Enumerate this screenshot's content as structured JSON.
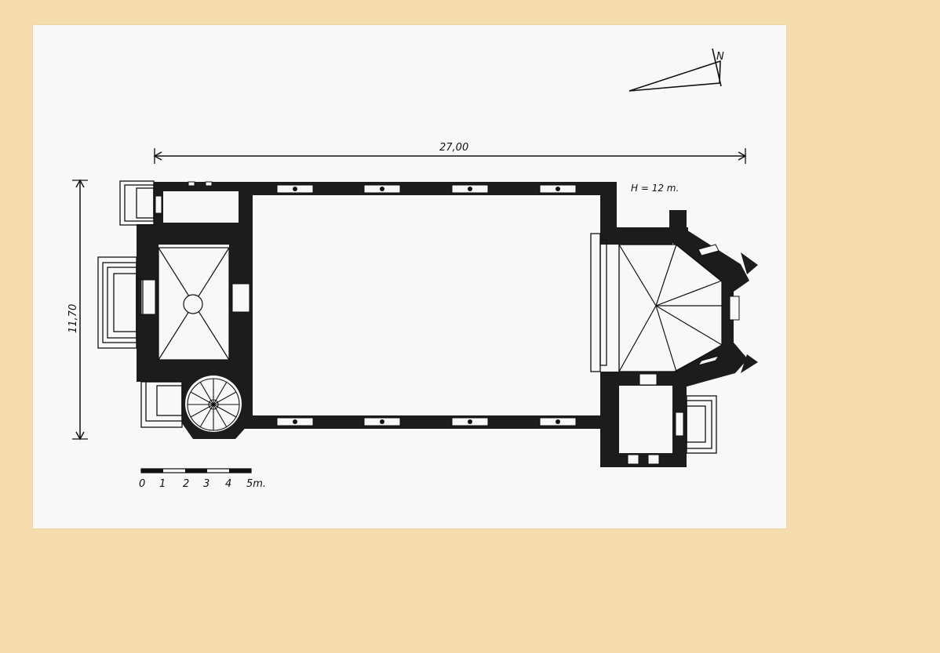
{
  "drawing": {
    "north_label": "N",
    "length_dimension": "27,00",
    "width_dimension": "11,70",
    "height_note": "H = 12 m.",
    "scale_bar": {
      "ticks": [
        "0",
        "1",
        "2",
        "3",
        "4",
        "5m."
      ]
    }
  },
  "colors": {
    "background": "#f4dcaf",
    "sheet": "#f8f8f6",
    "wall": "#1c1c1c",
    "line": "#111111"
  }
}
